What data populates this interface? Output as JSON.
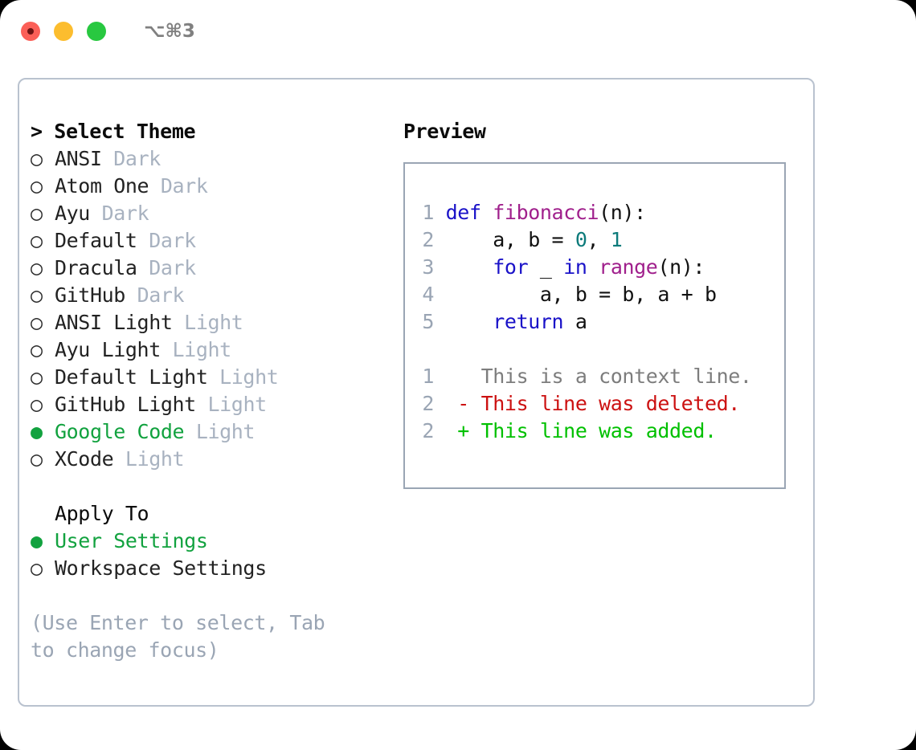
{
  "window": {
    "shortcut": "⌥⌘3",
    "traffic_lights": [
      "close-red",
      "minimize-yellow",
      "zoom-green"
    ]
  },
  "theme_selector": {
    "heading": "> Select Theme",
    "marker_selected": "●",
    "marker_unselected": "○",
    "selected_theme": "Google Code",
    "items": [
      {
        "marker": "○",
        "name": "ANSI",
        "badge": "Dark",
        "selected": false
      },
      {
        "marker": "○",
        "name": "Atom One",
        "badge": "Dark",
        "selected": false
      },
      {
        "marker": "○",
        "name": "Ayu",
        "badge": "Dark",
        "selected": false
      },
      {
        "marker": "○",
        "name": "Default",
        "badge": "Dark",
        "selected": false
      },
      {
        "marker": "○",
        "name": "Dracula",
        "badge": "Dark",
        "selected": false
      },
      {
        "marker": "○",
        "name": "GitHub",
        "badge": "Dark",
        "selected": false
      },
      {
        "marker": "○",
        "name": "ANSI Light",
        "badge": "Light",
        "selected": false
      },
      {
        "marker": "○",
        "name": "Ayu Light",
        "badge": "Light",
        "selected": false
      },
      {
        "marker": "○",
        "name": "Default Light",
        "badge": "Light",
        "selected": false
      },
      {
        "marker": "○",
        "name": "GitHub Light",
        "badge": "Light",
        "selected": false
      },
      {
        "marker": "●",
        "name": "Google Code",
        "badge": "Light",
        "selected": true
      },
      {
        "marker": "○",
        "name": "XCode",
        "badge": "Light",
        "selected": false
      }
    ]
  },
  "apply_to": {
    "heading": "Apply To",
    "selected_option": "User Settings",
    "items": [
      {
        "marker": "●",
        "name": "User Settings",
        "selected": true
      },
      {
        "marker": "○",
        "name": "Workspace Settings",
        "selected": false
      }
    ]
  },
  "hint": "(Use Enter to select, Tab to change focus)",
  "preview": {
    "title": "Preview",
    "code_lines": [
      {
        "lineno": "1",
        "tokens": [
          {
            "text": " ",
            "type": "pun"
          },
          {
            "text": "def",
            "type": "kw"
          },
          {
            "text": " ",
            "type": "pun"
          },
          {
            "text": "fibonacci",
            "type": "fn"
          },
          {
            "text": "(n):",
            "type": "pun"
          }
        ]
      },
      {
        "lineno": "2",
        "tokens": [
          {
            "text": "     a, b = ",
            "type": "var"
          },
          {
            "text": "0",
            "type": "num"
          },
          {
            "text": ", ",
            "type": "pun"
          },
          {
            "text": "1",
            "type": "num"
          }
        ]
      },
      {
        "lineno": "3",
        "tokens": [
          {
            "text": "     ",
            "type": "pun"
          },
          {
            "text": "for",
            "type": "kw"
          },
          {
            "text": " _ ",
            "type": "var"
          },
          {
            "text": "in",
            "type": "kw"
          },
          {
            "text": " ",
            "type": "pun"
          },
          {
            "text": "range",
            "type": "fn"
          },
          {
            "text": "(n):",
            "type": "pun"
          }
        ]
      },
      {
        "lineno": "4",
        "tokens": [
          {
            "text": "         a, b = b, a + b",
            "type": "var"
          }
        ]
      },
      {
        "lineno": "5",
        "tokens": [
          {
            "text": "     ",
            "type": "pun"
          },
          {
            "text": "return",
            "type": "kw"
          },
          {
            "text": " a",
            "type": "var"
          }
        ]
      }
    ],
    "diff_lines": [
      {
        "lineno": "1",
        "prefix": "  ",
        "text": "This is a context line.",
        "kind": "context"
      },
      {
        "lineno": "2",
        "prefix": "- ",
        "text": "This line was deleted.",
        "kind": "deleted"
      },
      {
        "lineno": "2",
        "prefix": "+ ",
        "text": "This line was added.",
        "kind": "added"
      }
    ]
  },
  "colors": {
    "accent_green": "#12a23f",
    "badge_gray": "#a8b2c0",
    "hint_gray": "#9aa5b4",
    "keyword_blue": "#1a12c8",
    "function_magenta": "#a0208c",
    "number_teal": "#0d7b7b",
    "diff_deleted_red": "#cc1111",
    "diff_added_green": "#00c000",
    "diff_context_gray": "#7d7d7d",
    "border_gray": "#9aa5b4",
    "traffic_red": "#fb5f57",
    "traffic_yellow": "#fcbd2e",
    "traffic_green": "#28c840"
  }
}
